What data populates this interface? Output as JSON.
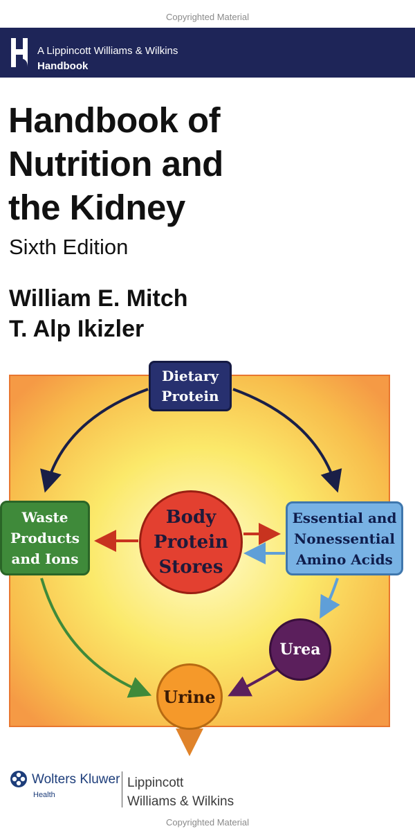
{
  "watermark": {
    "top": "Copyrighted Material",
    "bottom": "Copyrighted Material"
  },
  "series": {
    "line1": "A Lippincott Williams & Wilkins",
    "line2": "Handbook",
    "logo_icon": "h-handbook-logo"
  },
  "book": {
    "title_lines": [
      "Handbook of",
      "Nutrition and",
      "the Kidney"
    ],
    "edition": "Sixth Edition",
    "authors": [
      "William E. Mitch",
      "T. Alp Ikizler"
    ]
  },
  "diagram": {
    "nodes": {
      "dietary_protein": [
        "Dietary",
        "Protein"
      ],
      "waste_products": [
        "Waste",
        "Products",
        "and Ions"
      ],
      "amino_acids": [
        "Essential and",
        "Nonessential",
        "Amino Acids"
      ],
      "body_protein": [
        "Body",
        "Protein",
        "Stores"
      ],
      "urea": "Urea",
      "urine": "Urine"
    },
    "colors": {
      "dietary_protein": "#27306f",
      "waste_products": "#3f8a3a",
      "amino_acids": "#78b2e4",
      "body_protein": "#e34030",
      "urea": "#5b1f5c",
      "urine": "#f5992a",
      "background_outer": "#f59a45",
      "background_inner": "#fffbd0"
    }
  },
  "publisher": {
    "wolters_kluwer": "Wolters Kluwer",
    "health": "Health",
    "lww_line1": "Lippincott",
    "lww_line2": "Williams & Wilkins",
    "logo_icon": "wolters-kluwer-globe-icon"
  },
  "colors": {
    "series_bar": "#1e2558"
  }
}
